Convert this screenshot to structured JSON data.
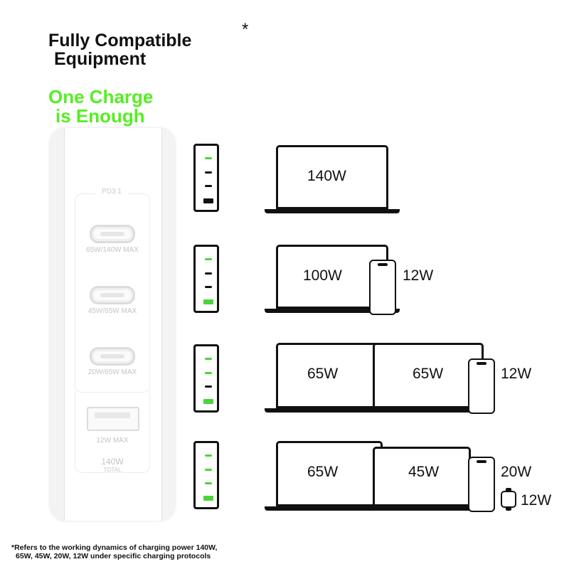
{
  "header": {
    "title_line1": "Fully Compatible",
    "title_line2": "Equipment",
    "asterisk": "*",
    "slogan_line1": "One Charge",
    "slogan_line2": "is Enough"
  },
  "charger": {
    "pd_label": "PD3.1",
    "ports": [
      {
        "label": "65W/140W MAX"
      },
      {
        "label": "45W/65W MAX"
      },
      {
        "label": "20W/65W MAX"
      },
      {
        "label": "12W MAX"
      }
    ],
    "total_value": "140W",
    "total_label": "TOTAL"
  },
  "scenarios": [
    {
      "devices": [
        "140W"
      ]
    },
    {
      "devices": [
        "100W",
        "12W"
      ]
    },
    {
      "devices": [
        "65W",
        "65W",
        "12W"
      ]
    },
    {
      "devices": [
        "65W",
        "45W",
        "20W",
        "12W"
      ]
    }
  ],
  "footnote": {
    "line1": "*Refers to the working dynamics of charging power 140W,",
    "line2": "65W, 45W, 20W, 12W under specific charging protocols"
  },
  "colors": {
    "accent_green": "#55ee22",
    "led_green": "#4cd43a"
  }
}
